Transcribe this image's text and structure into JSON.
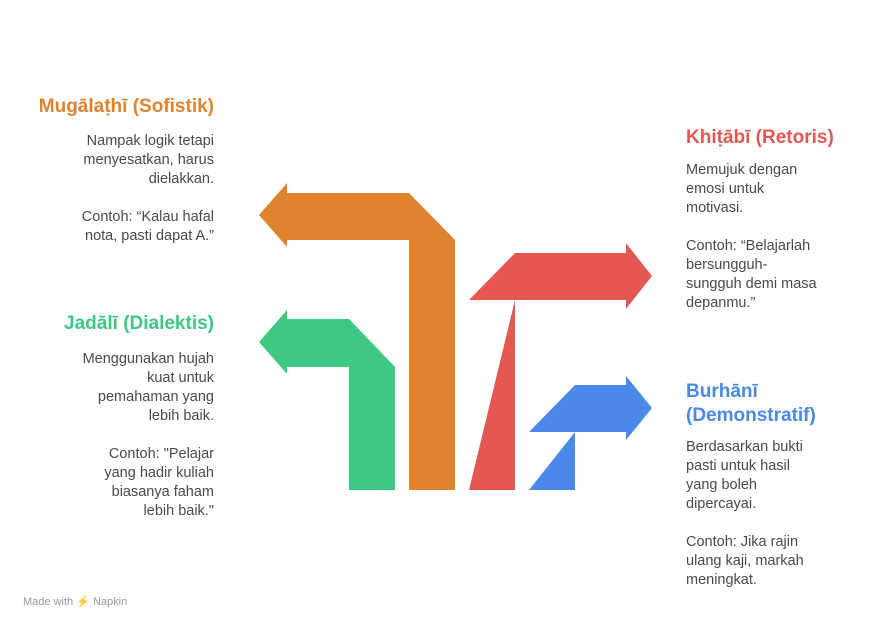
{
  "colors": {
    "orange": "#e0832f",
    "red": "#e55753",
    "green": "#3ec884",
    "blue": "#4a89e8"
  },
  "items": [
    {
      "title": "Mugālaṭhī (Sofistik)",
      "desc": [
        "Nampak logik tetapi",
        "menyesatkan, harus",
        "dielakkan."
      ],
      "example": [
        "Contoh: “Kalau hafal",
        "nota, pasti dapat A.”"
      ]
    },
    {
      "title": "Jadālī (Dialektis)",
      "desc": [
        "Menggunakan hujah",
        "kuat untuk",
        "pemahaman yang",
        "lebih baik."
      ],
      "example": [
        "Contoh: \"Pelajar",
        "yang hadir kuliah",
        "biasanya faham",
        "lebih baik.\""
      ]
    },
    {
      "title": "Khiṭābī (Retoris)",
      "desc": [
        "Memujuk dengan",
        "emosi untuk",
        "motivasi."
      ],
      "example": [
        "Contoh: “Belajarlah",
        "bersungguh-",
        "sungguh demi masa",
        "depanmu.”"
      ]
    },
    {
      "title": [
        "Burhānī",
        "(Demonstratif)"
      ],
      "desc": [
        "Berdasarkan bukti",
        "pasti untuk hasil",
        "yang boleh",
        "dipercayai."
      ],
      "example": [
        "Contoh: Jika rajin",
        "ulang kaji, markah",
        "meningkat."
      ]
    }
  ],
  "footer": {
    "made_with": "Made with",
    "brand": "Napkin"
  }
}
